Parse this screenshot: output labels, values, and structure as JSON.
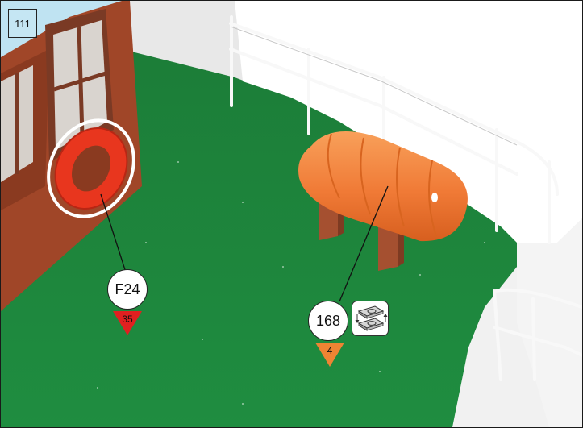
{
  "page": {
    "number": "111"
  },
  "callouts": [
    {
      "part": "F24",
      "quantity": "35",
      "badge_color": "#e02020"
    },
    {
      "part": "168",
      "quantity": "4",
      "badge_color": "#ee8433",
      "icon": "sandpaper-sanding-icon"
    }
  ],
  "colors": {
    "deck": "#1e8a3e",
    "cabin_wall": "#a04628",
    "lifebuoy": "#e8361e",
    "liferaft": "#f07a36",
    "railing": "#f6f6f6",
    "roof": "#bfe3f2"
  }
}
